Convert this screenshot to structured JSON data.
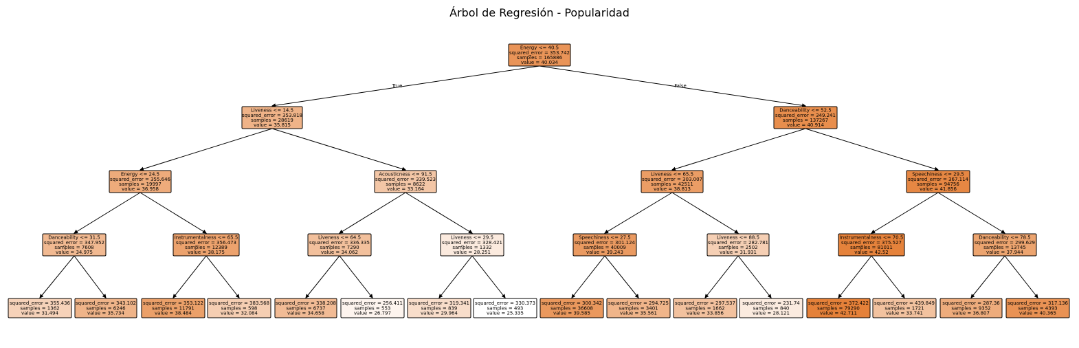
{
  "title": "Árbol de Regresión - Popularidad",
  "edge_labels": {
    "true": "True",
    "false": "False"
  },
  "fill_color": "#e58139",
  "nodes": [
    {
      "id": "n0",
      "lines": [
        "Energy <= 40.5",
        "squared_error = 353.742",
        "samples = 165886",
        "value = 40.034"
      ],
      "value": 40.034
    },
    {
      "id": "n1",
      "lines": [
        "Liveness <= 14.5",
        "squared_error = 353.818",
        "samples = 28619",
        "value = 35.815"
      ],
      "value": 35.815
    },
    {
      "id": "n2",
      "lines": [
        "Danceability <= 52.5",
        "squared_error = 349.241",
        "samples = 137267",
        "value = 40.914"
      ],
      "value": 40.914
    },
    {
      "id": "n3",
      "lines": [
        "Energy <= 24.5",
        "squared_error = 355.646",
        "samples = 19997",
        "value = 36.958"
      ],
      "value": 36.958
    },
    {
      "id": "n4",
      "lines": [
        "Acousticness <= 91.5",
        "squared_error = 339.523",
        "samples = 8622",
        "value = 33.164"
      ],
      "value": 33.164
    },
    {
      "id": "n5",
      "lines": [
        "Liveness <= 65.5",
        "squared_error = 303.007",
        "samples = 42511",
        "value = 38.813"
      ],
      "value": 38.813
    },
    {
      "id": "n6",
      "lines": [
        "Speechiness <= 29.5",
        "squared_error = 367.114",
        "samples = 94756",
        "value = 41.856"
      ],
      "value": 41.856
    },
    {
      "id": "n7",
      "lines": [
        "Danceability <= 31.5",
        "squared_error = 347.952",
        "samples = 7608",
        "value = 34.975"
      ],
      "value": 34.975
    },
    {
      "id": "n8",
      "lines": [
        "Instrumentalness <= 65.5",
        "squared_error = 356.473",
        "samples = 12389",
        "value = 38.175"
      ],
      "value": 38.175
    },
    {
      "id": "n9",
      "lines": [
        "Liveness <= 64.5",
        "squared_error = 336.335",
        "samples = 7290",
        "value = 34.062"
      ],
      "value": 34.062
    },
    {
      "id": "n10",
      "lines": [
        "Liveness <= 29.5",
        "squared_error = 328.421",
        "samples = 1332",
        "value = 28.251"
      ],
      "value": 28.251
    },
    {
      "id": "n11",
      "lines": [
        "Speechiness <= 27.5",
        "squared_error = 301.124",
        "samples = 40009",
        "value = 39.243"
      ],
      "value": 39.243
    },
    {
      "id": "n12",
      "lines": [
        "Liveness <= 88.5",
        "squared_error = 282.781",
        "samples = 2502",
        "value = 31.931"
      ],
      "value": 31.931
    },
    {
      "id": "n13",
      "lines": [
        "Instrumentalness <= 70.5",
        "squared_error = 375.527",
        "samples = 81011",
        "value = 42.52"
      ],
      "value": 42.52
    },
    {
      "id": "n14",
      "lines": [
        "Danceability <= 78.5",
        "squared_error = 299.629",
        "samples = 13745",
        "value = 37.944"
      ],
      "value": 37.944
    },
    {
      "id": "n15",
      "lines": [
        "squared_error = 355.436",
        "samples = 1362",
        "value = 31.494"
      ],
      "value": 31.494
    },
    {
      "id": "n16",
      "lines": [
        "squared_error = 343.102",
        "samples = 6246",
        "value = 35.734"
      ],
      "value": 35.734
    },
    {
      "id": "n17",
      "lines": [
        "squared_error = 353.122",
        "samples = 11791",
        "value = 38.484"
      ],
      "value": 38.484
    },
    {
      "id": "n18",
      "lines": [
        "squared_error = 383.568",
        "samples = 598",
        "value = 32.084"
      ],
      "value": 32.084
    },
    {
      "id": "n19",
      "lines": [
        "squared_error = 338.208",
        "samples = 6737",
        "value = 34.658"
      ],
      "value": 34.658
    },
    {
      "id": "n20",
      "lines": [
        "squared_error = 256.411",
        "samples = 553",
        "value = 26.797"
      ],
      "value": 26.797
    },
    {
      "id": "n21",
      "lines": [
        "squared_error = 319.341",
        "samples = 839",
        "value = 29.964"
      ],
      "value": 29.964
    },
    {
      "id": "n22",
      "lines": [
        "squared_error = 330.373",
        "samples = 493",
        "value = 25.335"
      ],
      "value": 25.335
    },
    {
      "id": "n23",
      "lines": [
        "squared_error = 300.342",
        "samples = 36608",
        "value = 39.585"
      ],
      "value": 39.585
    },
    {
      "id": "n24",
      "lines": [
        "squared_error = 294.725",
        "samples = 3401",
        "value = 35.561"
      ],
      "value": 35.561
    },
    {
      "id": "n25",
      "lines": [
        "squared_error = 297.537",
        "samples = 1662",
        "value = 33.856"
      ],
      "value": 33.856
    },
    {
      "id": "n26",
      "lines": [
        "squared_error = 231.74",
        "samples = 840",
        "value = 28.121"
      ],
      "value": 28.121
    },
    {
      "id": "n27",
      "lines": [
        "squared_error = 372.422",
        "samples = 79290",
        "value = 42.711"
      ],
      "value": 42.711
    },
    {
      "id": "n28",
      "lines": [
        "squared_error = 439.849",
        "samples = 1721",
        "value = 33.741"
      ],
      "value": 33.741
    },
    {
      "id": "n29",
      "lines": [
        "squared_error = 287.36",
        "samples = 9352",
        "value = 36.807"
      ],
      "value": 36.807
    },
    {
      "id": "n30",
      "lines": [
        "squared_error = 317.136",
        "samples = 4393",
        "value = 40.365"
      ],
      "value": 40.365
    }
  ],
  "edges": [
    [
      "n0",
      "n1"
    ],
    [
      "n0",
      "n2"
    ],
    [
      "n1",
      "n3"
    ],
    [
      "n1",
      "n4"
    ],
    [
      "n2",
      "n5"
    ],
    [
      "n2",
      "n6"
    ],
    [
      "n3",
      "n7"
    ],
    [
      "n3",
      "n8"
    ],
    [
      "n4",
      "n9"
    ],
    [
      "n4",
      "n10"
    ],
    [
      "n5",
      "n11"
    ],
    [
      "n5",
      "n12"
    ],
    [
      "n6",
      "n13"
    ],
    [
      "n6",
      "n14"
    ],
    [
      "n7",
      "n15"
    ],
    [
      "n7",
      "n16"
    ],
    [
      "n8",
      "n17"
    ],
    [
      "n8",
      "n18"
    ],
    [
      "n9",
      "n19"
    ],
    [
      "n9",
      "n20"
    ],
    [
      "n10",
      "n21"
    ],
    [
      "n10",
      "n22"
    ],
    [
      "n11",
      "n23"
    ],
    [
      "n11",
      "n24"
    ],
    [
      "n12",
      "n25"
    ],
    [
      "n12",
      "n26"
    ],
    [
      "n13",
      "n27"
    ],
    [
      "n13",
      "n28"
    ],
    [
      "n14",
      "n29"
    ],
    [
      "n14",
      "n30"
    ]
  ]
}
